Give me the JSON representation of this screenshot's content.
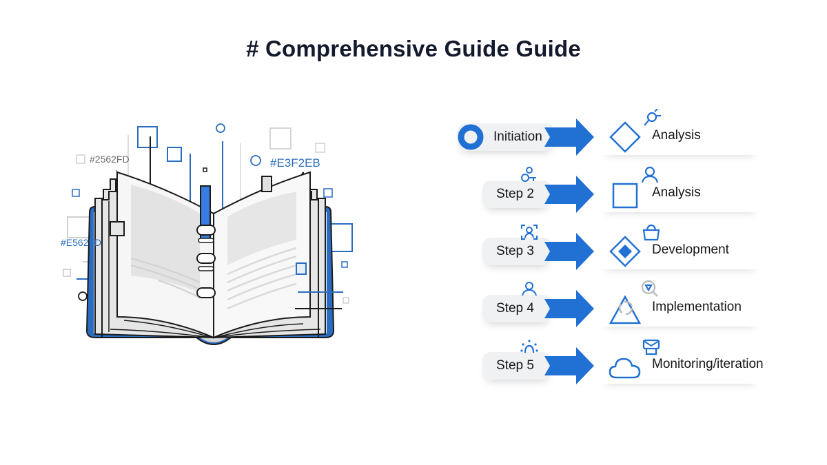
{
  "title": "# Comprehensive Guide Guide",
  "illustration": {
    "labels": [
      {
        "text": "#2562FD",
        "color": "#6b6b6b"
      },
      {
        "text": "#E3F2EB",
        "color": "#2a6cc0"
      },
      {
        "text": "#E562FD",
        "color": "#2a6cc0"
      }
    ],
    "colors": {
      "accent": "#2a6cc0",
      "spine": "#3a7de0",
      "outline": "#1b1b1b",
      "page": "#f4f4f4",
      "shade": "#e2e2e2"
    }
  },
  "flow": {
    "accent": "#2170d3",
    "rows": [
      {
        "step": "Initiation",
        "stage": "Analysis",
        "step_icon": "ring-icon",
        "stage_icon": "diamond-outline-icon",
        "stage_mini_icon": "search-key-icon"
      },
      {
        "step": "Step 2",
        "stage": "Analysis",
        "step_icon": "users-icon",
        "stage_icon": "square-outline-icon",
        "stage_mini_icon": "user-icon"
      },
      {
        "step": "Step 3",
        "stage": "Development",
        "step_icon": "user-scan-icon",
        "stage_icon": "diamond-filled-icon",
        "stage_mini_icon": "basket-icon"
      },
      {
        "step": "Step 4",
        "stage": "Implementation",
        "step_icon": "user-icon",
        "stage_icon": "triangle-icon",
        "stage_mini_icon": "magnifier-icon"
      },
      {
        "step": "Step 5",
        "stage": "Monitoring/iteration",
        "step_icon": "sun-dots-icon",
        "stage_icon": "cloud-icon",
        "stage_mini_icon": "mail-icon"
      }
    ]
  }
}
